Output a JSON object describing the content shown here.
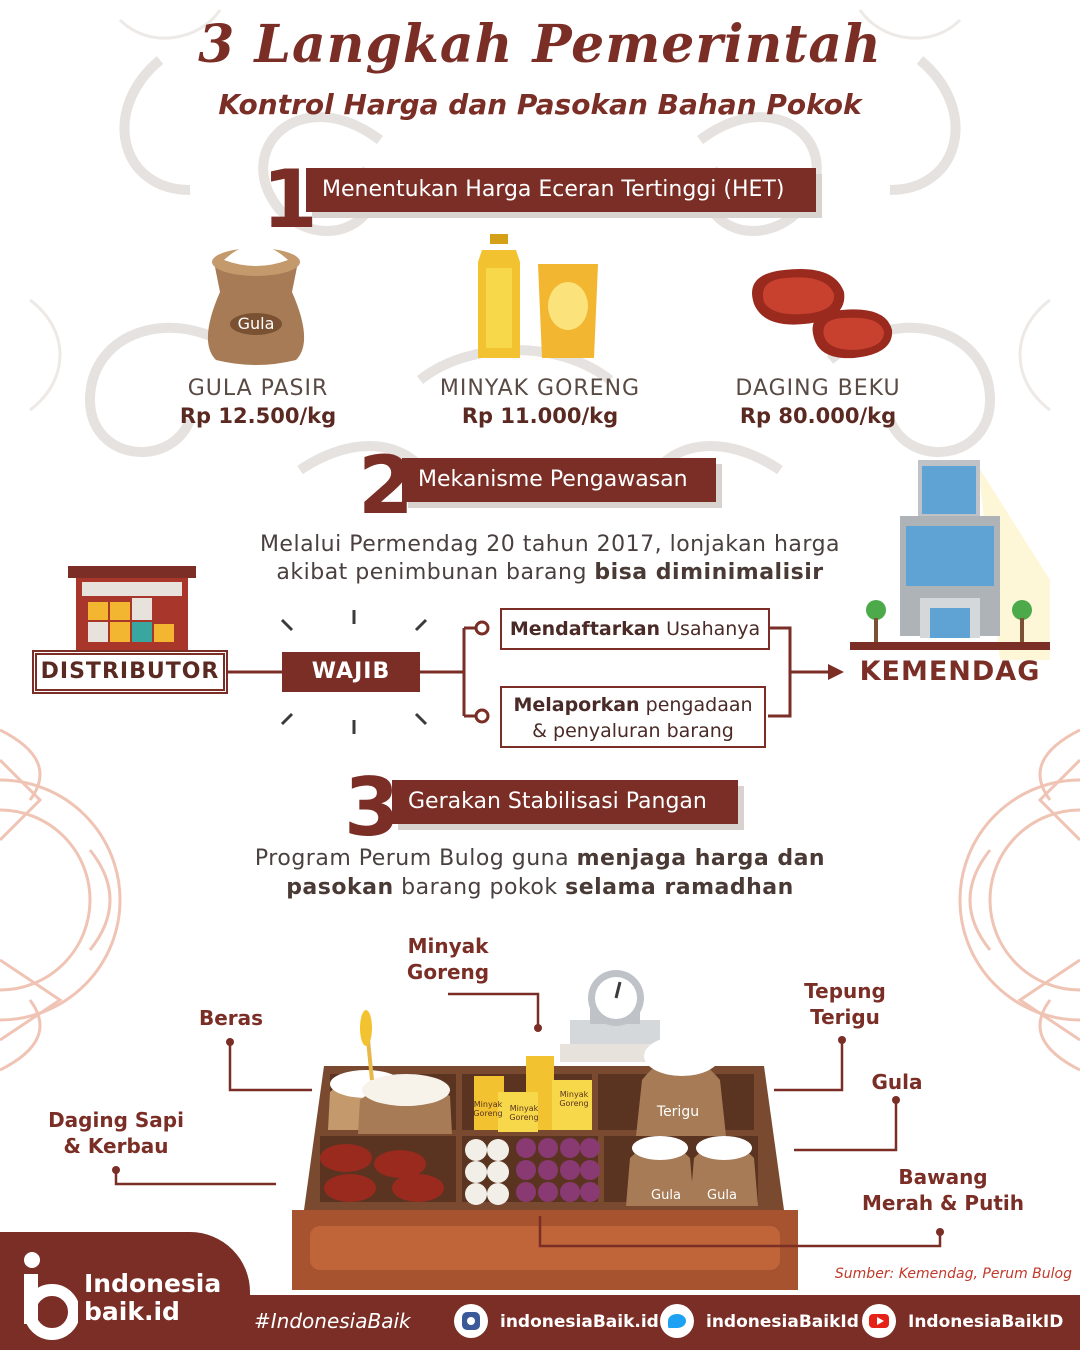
{
  "header": {
    "title": "3 Langkah Pemerintah",
    "subtitle": "Kontrol Harga dan Pasokan Bahan Pokok"
  },
  "step1": {
    "number": "1",
    "heading": "Menentukan Harga Eceran Tertinggi (HET)",
    "bag_label": "Gula",
    "products": [
      {
        "name": "GULA PASIR",
        "price": "Rp 12.500/kg"
      },
      {
        "name": "MINYAK GORENG",
        "price": "Rp 11.000/kg"
      },
      {
        "name": "DAGING BEKU",
        "price": "Rp 80.000/kg"
      }
    ]
  },
  "step2": {
    "number": "2",
    "heading": "Mekanisme Pengawasan",
    "desc_line1": "Melalui Permendag 20 tahun 2017, lonjakan harga",
    "desc_line2_plain": "akibat penimbunan barang ",
    "desc_line2_bold": "bisa diminimalisir",
    "distributor": "DISTRIBUTOR",
    "wajib": "WAJIB",
    "option1_bold": "Mendaftarkan",
    "option1_plain": " Usahanya",
    "option2_line1_bold": "Melaporkan",
    "option2_line1_plain": " pengadaan",
    "option2_line2": "& penyaluran barang",
    "kemendag": "KEMENDAG"
  },
  "step3": {
    "number": "3",
    "heading": "Gerakan Stabilisasi Pangan",
    "desc_l1_plain": "Program Perum Bulog guna ",
    "desc_l1_bold": "menjaga harga dan",
    "desc_l2_bold1": "pasokan",
    "desc_l2_plain": " barang pokok ",
    "desc_l2_bold2": "selama ramadhan",
    "labels": {
      "minyak1": "Minyak",
      "minyak2": "Goreng",
      "beras": "Beras",
      "tepung1": "Tepung",
      "tepung2": "Terigu",
      "gula": "Gula",
      "daging1": "Daging Sapi",
      "daging2": "& Kerbau",
      "bawang1": "Bawang",
      "bawang2": "Merah & Putih"
    },
    "stall_text": {
      "terigu": "Terigu",
      "gula_a": "Gula",
      "gula_b": "Gula",
      "minyak_a": "Minyak Goreng",
      "minyak_b": "Minyak Goreng",
      "minyak_c": "Minyak Goreng"
    }
  },
  "source": "Sumber: Kemendag, Perum Bulog",
  "footer": {
    "brand_line1": "Indonesia",
    "brand_line2": "baik.id",
    "hashtag": "#IndonesiaBaik",
    "instagram": "indonesiaBaik.id",
    "twitter": "indonesiaBaikId",
    "youtube": "IndonesiaBaikID"
  },
  "colors": {
    "brand": "#7a2e26",
    "accent_pink": "#f0c4b4",
    "gold": "#f2c230"
  }
}
